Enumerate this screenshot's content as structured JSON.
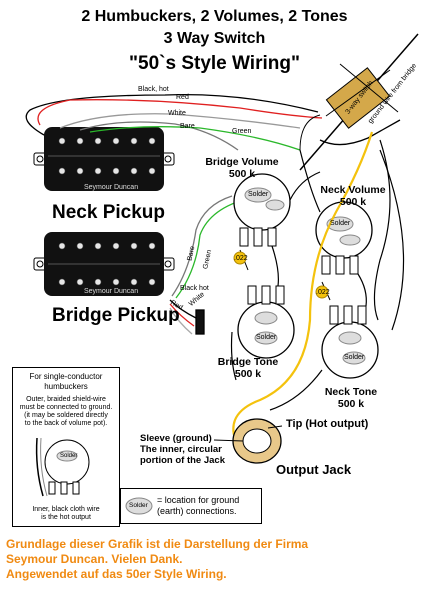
{
  "title": {
    "line1": "2 Humbuckers, 2 Volumes, 2 Tones",
    "line2": "3 Way Switch",
    "line3": "\"50`s Style Wiring\""
  },
  "pickups": {
    "neck_label": "Neck Pickup",
    "bridge_label": "Bridge Pickup",
    "brand": "Seymour Duncan"
  },
  "wires": {
    "black_hot": "Black, hot",
    "red": "Red",
    "white": "White",
    "bare": "Bare",
    "green": "Green",
    "bridge_bare": "Bare",
    "bridge_green": "Green",
    "bridge_black_hot": "Black hot",
    "bridge_red": "Red",
    "bridge_white": "White"
  },
  "switch": {
    "label": "3-way switch",
    "ground_wire_label": "ground wire from bridge"
  },
  "pots": {
    "bridge_volume": {
      "name": "Bridge Volume",
      "value": "500 k"
    },
    "neck_volume": {
      "name": "Neck Volume",
      "value": "500 k"
    },
    "bridge_tone": {
      "name": "Bridge Tone",
      "value": "500 k"
    },
    "neck_tone": {
      "name": "Neck Tone",
      "value": "500 k"
    },
    "solder_label": "Solder"
  },
  "caps": {
    "label": ".022"
  },
  "jack": {
    "tip_label": "Tip (Hot output)",
    "sleeve_line1": "Sleeve (ground)",
    "sleeve_line2": "The inner, circular",
    "sleeve_line3": "portion of the Jack",
    "output_label": "Output Jack"
  },
  "inset": {
    "title_line1": "For single-conductor",
    "title_line2": "humbuckers",
    "text1": "Outer, braided shield-wire",
    "text2": "must be connected to ground.",
    "text3": "(it may be soldered directly",
    "text4": "to the back of volume pot).",
    "text5": "Inner, black cloth wire",
    "text6": "is the hot output",
    "solder": "Solder"
  },
  "legend": {
    "solder": "Solder",
    "text_line1": "= location for ground",
    "text_line2": "(earth) connections."
  },
  "footer": {
    "line1": "Grundlage dieser Grafik ist die Darstellung der Firma",
    "line2": "Seymour Duncan. Vielen Dank.",
    "line3": "Angewendet auf das 50er Style Wiring."
  },
  "colors": {
    "footer_text": "#f08a12",
    "cap_yellow": "#f4c20d",
    "wire_red": "#e02020",
    "wire_green": "#2bb82b",
    "switch_gold": "#d4a84a"
  }
}
